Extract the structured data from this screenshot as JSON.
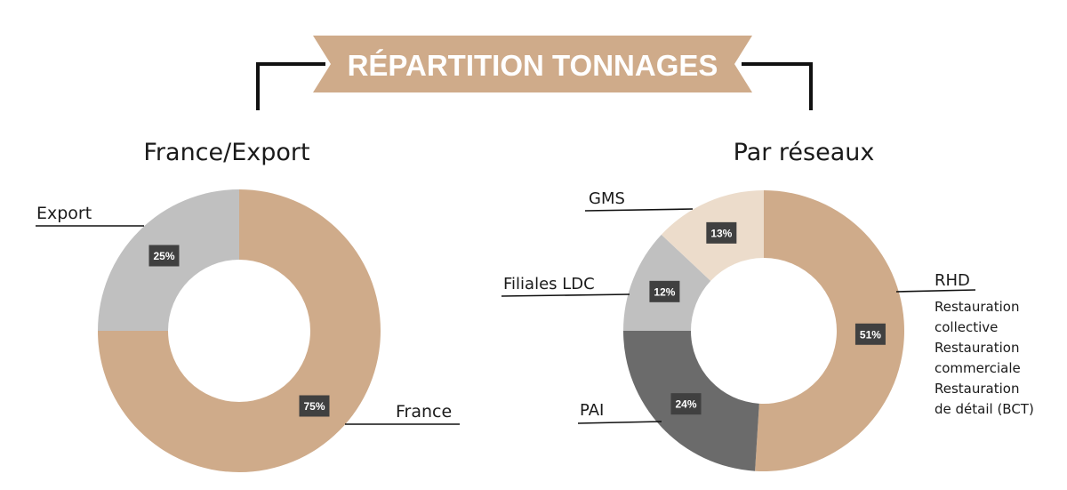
{
  "banner": {
    "title": "RÉPARTITION TONNAGES",
    "color": "#cfab8a",
    "text_color": "#ffffff"
  },
  "chart_data": [
    {
      "type": "pie",
      "donut": true,
      "title": "France/Export",
      "start_angle_deg": 0,
      "direction": "clockwise",
      "slices": [
        {
          "label": "France",
          "value": 75,
          "display": "75%",
          "color": "#cfab8a",
          "side": "right"
        },
        {
          "label": "Export",
          "value": 25,
          "display": "25%",
          "color": "#c0c0c0",
          "side": "left"
        }
      ]
    },
    {
      "type": "pie",
      "donut": true,
      "title": "Par réseaux",
      "start_angle_deg": 0,
      "direction": "clockwise",
      "slices": [
        {
          "label": "RHD",
          "value": 51,
          "display": "51%",
          "color": "#cfab8a",
          "side": "right",
          "details": [
            "Restauration",
            "collective",
            "Restauration",
            "commerciale",
            "Restauration",
            "de détail (BCT)"
          ]
        },
        {
          "label": "PAI",
          "value": 24,
          "display": "24%",
          "color": "#6b6b6b",
          "side": "left"
        },
        {
          "label": "Filiales LDC",
          "value": 12,
          "display": "12%",
          "color": "#c0c0c0",
          "side": "left"
        },
        {
          "label": "GMS",
          "value": 13,
          "display": "13%",
          "color": "#ecdccb",
          "side": "left"
        }
      ]
    }
  ],
  "colors": {
    "value_badge_bg": "#404040",
    "value_badge_text": "#ffffff",
    "text": "#1a1a1a",
    "leader_line": "#111111"
  }
}
